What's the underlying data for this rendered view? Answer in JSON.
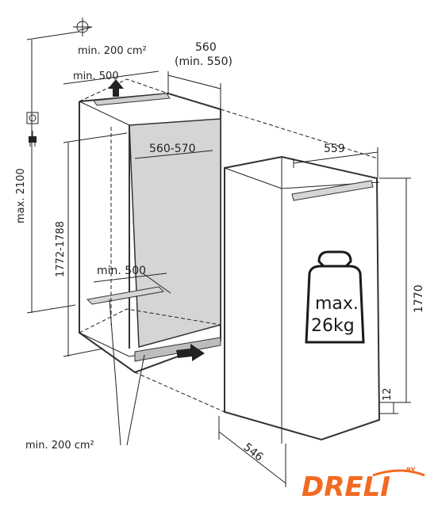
{
  "dimensions": {
    "vent_top": "min. 200 cm²",
    "depth_top": "min. 500",
    "width_niche": "560",
    "width_niche_min": "(min. 550)",
    "max_height": "max. 2100",
    "inner_width": "560-570",
    "niche_height": "1772-1788",
    "depth_bottom": "min. 500",
    "appliance_width": "559",
    "appliance_height": "1770",
    "plinth": "12",
    "appliance_depth": "546",
    "vent_bottom": "min. 200 cm²"
  },
  "weight_label": {
    "line1": "max.",
    "line2": "26kg"
  },
  "icons": [
    "ground-symbol-icon",
    "socket-icon",
    "plug-icon",
    "arrow-up-icon",
    "arrow-right-icon",
    "weight-icon"
  ],
  "brand": {
    "logo_text": "DRELI",
    "logo_by": "BY",
    "color": "#f26a21"
  }
}
